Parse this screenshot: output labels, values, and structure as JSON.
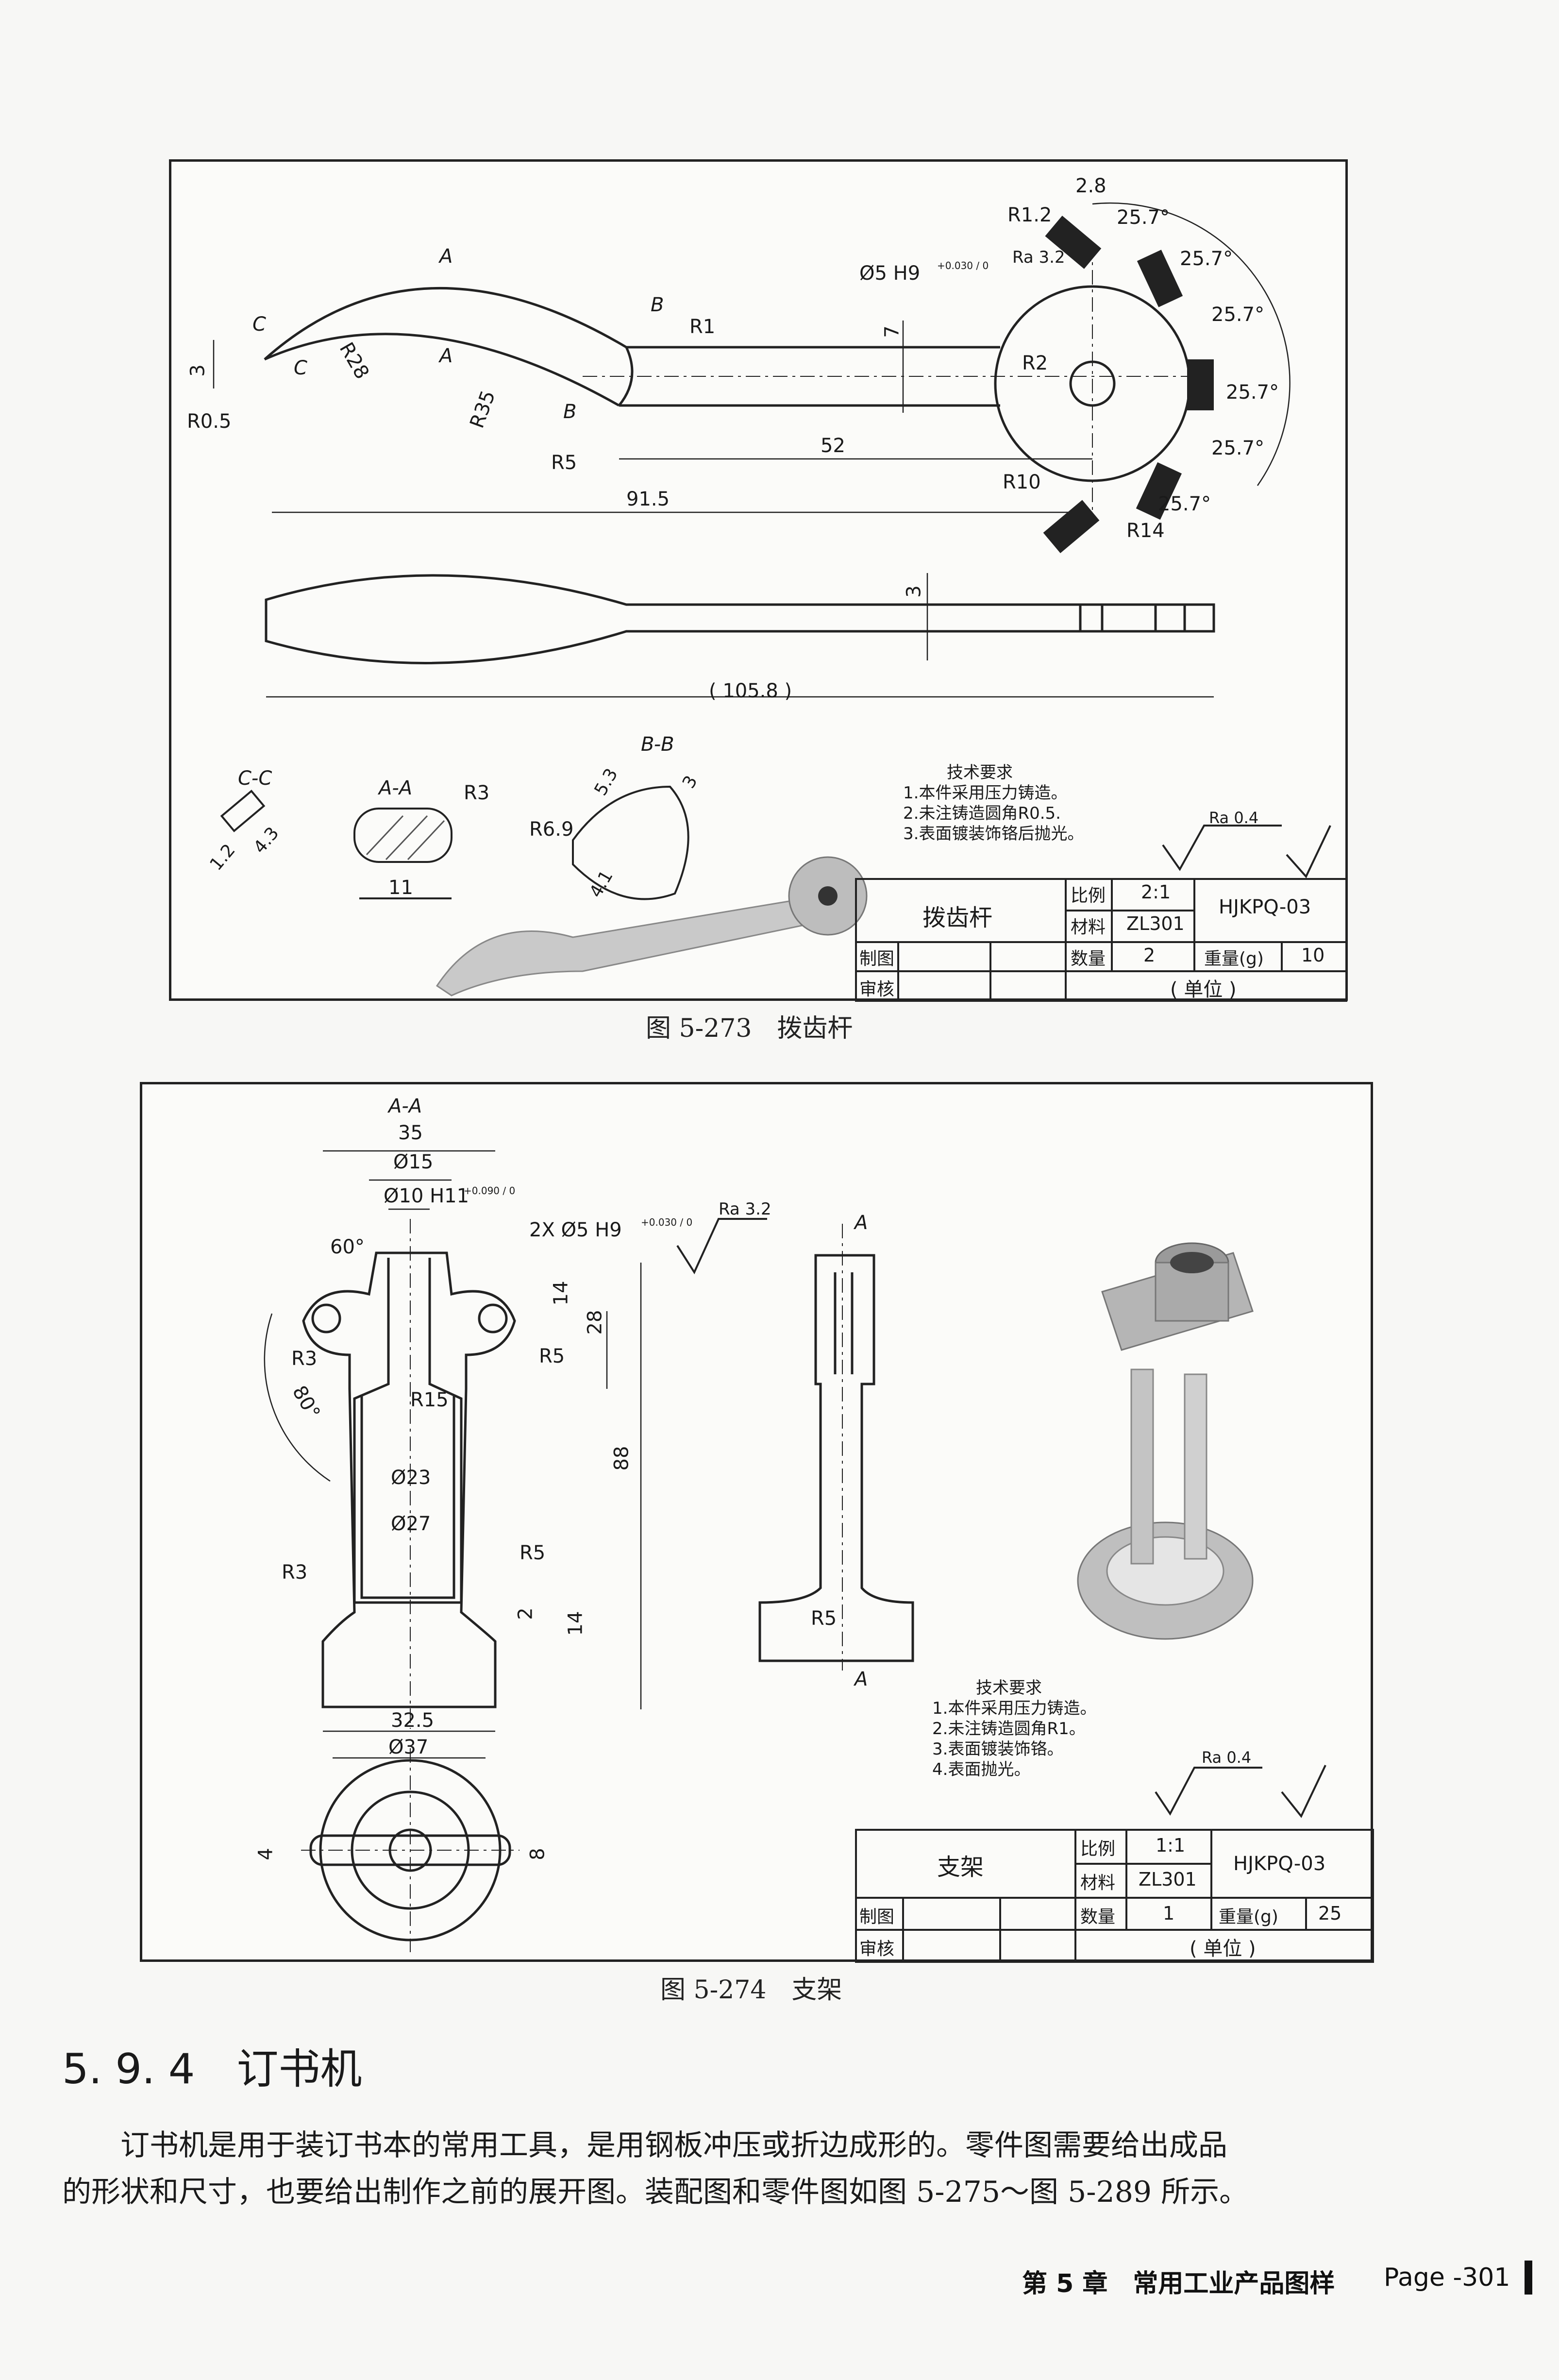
{
  "figure1": {
    "caption": "图 5-273　拨齿杆",
    "dims": {
      "r1_2": "R1.2",
      "d2_8": "2.8",
      "a1": "25.7°",
      "a2": "25.7°",
      "a3": "25.7°",
      "a4": "25.7°",
      "a5": "25.7°",
      "a6": "25.7°",
      "ra32": "Ra 3.2",
      "hole": "Ø5 H9",
      "tol": "+0.030 / 0",
      "secA": "A",
      "secA2": "A",
      "secB": "B",
      "secB2": "B",
      "secC": "C",
      "secC2": "C",
      "r1": "R1",
      "d7": "7",
      "r2": "R2",
      "d3": "3",
      "r28": "R28",
      "r05": "R0.5",
      "r35": "R35",
      "r5": "R5",
      "d52": "52",
      "r10": "R10",
      "d915": "91.5",
      "r14": "R14",
      "d3b": "3",
      "d1058": "( 105.8 )",
      "viewCC": "C-C",
      "d12": "1.2",
      "d43": "4.3",
      "viewAA": "A-A",
      "r3": "R3",
      "d11": "11",
      "viewBB": "B-B",
      "r69": "R6.9",
      "d53": "5.3",
      "d3c": "3",
      "d41": "4.1"
    },
    "notes": [
      "技术要求",
      "1.本件采用压力铸造。",
      "2.未注铸造圆角R0.5.",
      "3.表面镀装饰铬后抛光。"
    ],
    "finish": "Ra 0.4",
    "title_block": {
      "name": "拨齿杆",
      "scale_label": "比例",
      "scale": "2:1",
      "material_label": "材料",
      "material": "ZL301",
      "code": "HJKPQ-03",
      "drawn": "制图",
      "checked": "审核",
      "qty_label": "数量",
      "qty": "2",
      "weight_label": "重量(g)",
      "weight": "10",
      "unit": "( 单位 )"
    }
  },
  "figure2": {
    "caption": "图 5-274　支架",
    "dims": {
      "viewAA": "A-A",
      "d35": "35",
      "d15": "Ø15",
      "d10": "Ø10 H11",
      "tol10": "+0.090 / 0",
      "hole": "2X Ø5 H9",
      "tol5": "+0.030 / 0",
      "ra32": "Ra 3.2",
      "a60": "60°",
      "d14": "14",
      "d28": "28",
      "r3": "R3",
      "r5": "R5",
      "a80": "80°",
      "r15": "R15",
      "d88": "88",
      "d23": "Ø23",
      "d27": "Ø27",
      "r3b": "R3",
      "r5b": "R5",
      "d2": "2",
      "d14b": "14",
      "d325": "32.5",
      "d37": "Ø37",
      "secA": "A",
      "secA2": "A",
      "r5c": "R5",
      "d4": "4",
      "d8": "8"
    },
    "notes": [
      "技术要求",
      "1.本件采用压力铸造。",
      "2.未注铸造圆角R1。",
      "3.表面镀装饰铬。",
      "4.表面抛光。"
    ],
    "finish": "Ra 0.4",
    "title_block": {
      "name": "支架",
      "scale_label": "比例",
      "scale": "1:1",
      "material_label": "材料",
      "material": "ZL301",
      "code": "HJKPQ-03",
      "drawn": "制图",
      "checked": "审核",
      "qty_label": "数量",
      "qty": "1",
      "weight_label": "重量(g)",
      "weight": "25",
      "unit": "( 单位 )"
    }
  },
  "section": {
    "title": "5. 9. 4　订书机",
    "paragraph_line1": "订书机是用于装订书本的常用工具，是用钢板冲压或折边成形的。零件图需要给出成品",
    "paragraph_line2": "的形状和尺寸，也要给出制作之前的展开图。装配图和零件图如图 5-275～图 5-289 所示。"
  },
  "footer": {
    "chapter": "第 5 章　常用工业产品图样",
    "page": "Page -301"
  }
}
